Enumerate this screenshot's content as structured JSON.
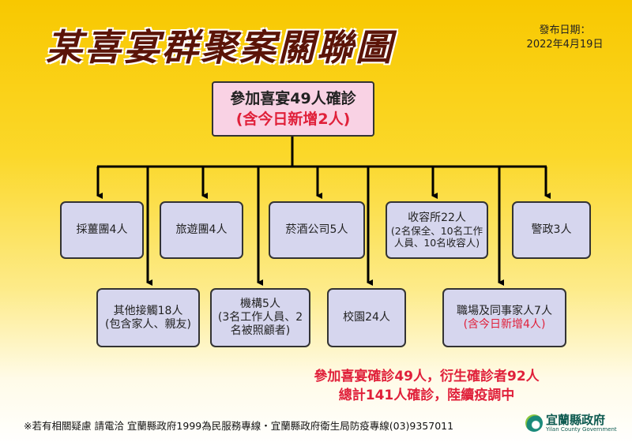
{
  "title": "某喜宴群聚案關聯圖",
  "date_label": "發布日期：",
  "date_value": "2022年4月19日",
  "root": {
    "line1": "參加喜宴49人確診",
    "line2": "(含今日新增2人)"
  },
  "row1": [
    {
      "label": "採薑團4人"
    },
    {
      "label": "旅遊團4人"
    },
    {
      "label": "菸酒公司5人"
    },
    {
      "label": "收容所22人",
      "sub": "(2名保全、10名工作人員、10名收容人)"
    },
    {
      "label": "警政3人"
    }
  ],
  "row2": [
    {
      "label": "其他接觸18人",
      "sub": "(包含家人、親友)"
    },
    {
      "label": "機構5人",
      "sub": "(3名工作人員、2名被照顧者)"
    },
    {
      "label": "校園24人"
    },
    {
      "label": "職場及同事家人7人",
      "note": "(含今日新增4人)"
    }
  ],
  "summary": {
    "line1": "參加喜宴確診49人，衍生確診者92人",
    "line2": "總計141人確診，陸續疫調中"
  },
  "footer": "※若有相關疑慮 請電洽  宜蘭縣政府1999為民服務專線・宜蘭縣政府衛生局防疫專線(03)9357011",
  "logo": {
    "zh": "宜蘭縣政府",
    "en": "Yilan County Government"
  },
  "colors": {
    "title": "#5b1408",
    "highlight": "#e0203a",
    "box": "#d6d6ee",
    "root_box": "#f9d2e4"
  }
}
